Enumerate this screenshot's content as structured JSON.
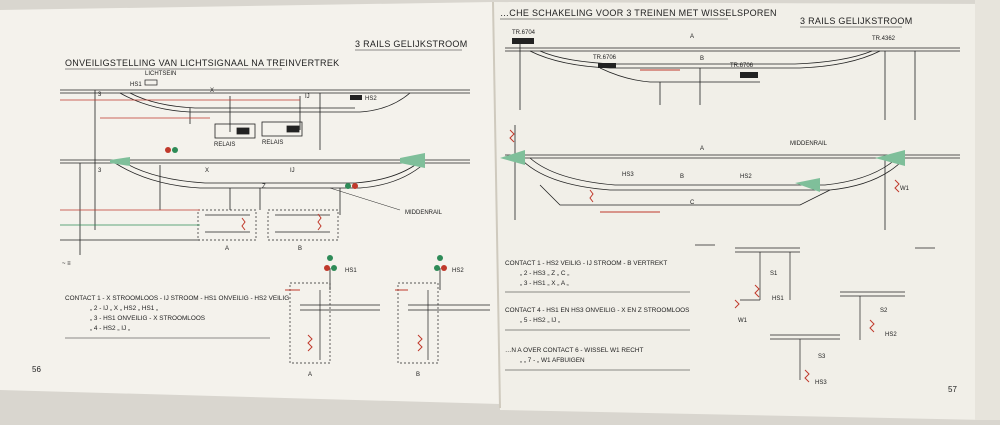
{
  "left_page": {
    "header_left": "ONVEILIGSTELLING VAN LICHTSIGNAAL NA TREINVERTREK",
    "header_right": "3 RAILS GELIJKSTROOM",
    "labels": {
      "lichtsein": "LICHTSEIN",
      "hs1_top": "HS1",
      "hs2_top": "HS2",
      "relais_a": "RELAIS",
      "relais_b": "RELAIS",
      "x": "X",
      "ij": "IJ",
      "z": "Z",
      "three_a": "3",
      "three_b": "3",
      "middenrail": "MIDDENRAIL",
      "group_a": "A",
      "group_b": "B",
      "hs1_sig": "HS1",
      "hs2_sig": "HS2",
      "sub_a": "A",
      "sub_b": "B"
    },
    "contacts": [
      "CONTACT 1 - X STROOMLOOS - IJ STROOM - HS1 ONVEILIG - HS2 VEILIG",
      "„    2 - IJ    „    X    „    HS2    „    HS1    „",
      "„    3 - HS1 ONVEILIG - X STROOMLOOS",
      "„    4 - HS2    „    IJ    „"
    ],
    "page_number": "56"
  },
  "right_page": {
    "header_left": "…CHE SCHAKELING VOOR 3 TREINEN MET WISSELSPOREN",
    "header_right": "3 RAILS GELIJKSTROOM",
    "labels": {
      "tr6704": "TR.6704",
      "tr6706a": "TR.6706",
      "tr6706b": "TR.6706",
      "tr4362": "TR.4362",
      "a1": "A",
      "b1": "B",
      "a2": "A",
      "b2": "B",
      "c2": "C",
      "middenrail": "MIDDENRAIL",
      "hs3": "HS3",
      "hs2": "HS2",
      "w1": "W1",
      "s1": "S1",
      "s2": "S2",
      "s3": "S3",
      "hs1": "HS1",
      "hs2b": "HS2",
      "hs3b": "HS3",
      "w1b": "W1"
    },
    "contacts": [
      "CONTACT 1 - HS2 VEILIG - IJ STROOM - B VERTREKT",
      "„    2 - HS3    „    Z    „    C    „",
      "„    3 - HS1    „    X    „    A    „",
      "CONTACT 4 - HS1 EN HS3 ONVEILIG - X EN Z STROOMLOOS",
      "„    5 - HS2    „    IJ    „",
      "…N A OVER CONTACT 6 - WISSEL W1 RECHT",
      "„    „    7 -    „    W1 AFBUIGEN"
    ],
    "page_number": "57"
  },
  "colors": {
    "paper": "#f3f1ea",
    "ink": "#222222",
    "red": "#c0392b",
    "green": "#2e8b57"
  }
}
